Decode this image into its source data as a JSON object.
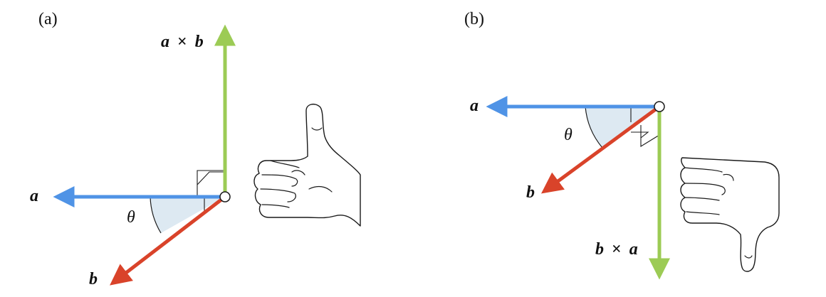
{
  "panels": {
    "a": {
      "label": "(a)",
      "vector_a": "a",
      "vector_b": "b",
      "cross_left": "a",
      "cross_op": "×",
      "cross_right": "b",
      "angle": "θ",
      "gesture": "thumbs-up-icon"
    },
    "b": {
      "label": "(b)",
      "vector_a": "a",
      "vector_b": "b",
      "cross_left": "b",
      "cross_op": "×",
      "cross_right": "a",
      "angle": "θ",
      "gesture": "thumbs-down-icon"
    }
  },
  "colors": {
    "vector_a": "#4f93e6",
    "vector_b": "#d9432a",
    "cross_product": "#9ccb55",
    "angle_fill": "#dde9f2",
    "outline": "#1a1a1a"
  }
}
